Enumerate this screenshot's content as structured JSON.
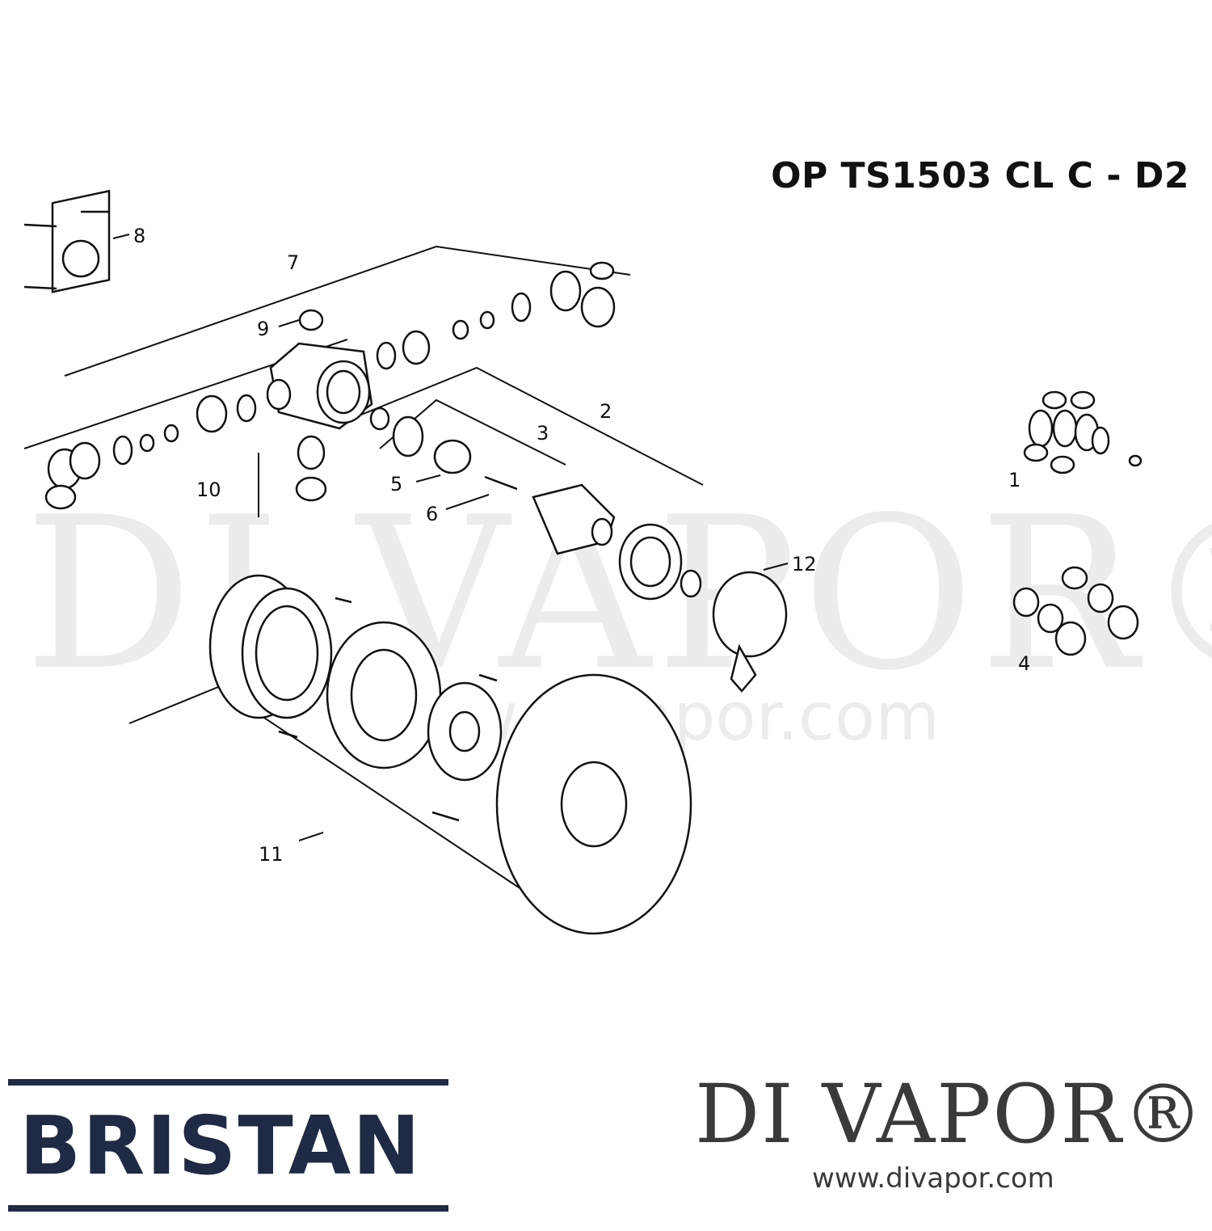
{
  "diagram": {
    "title": "OP TS1503 CL C - D2",
    "callouts": [
      "1",
      "2",
      "3",
      "4",
      "5",
      "6",
      "7",
      "8",
      "9",
      "10",
      "11",
      "12"
    ]
  },
  "watermark": {
    "logo": "DI VAPOR®",
    "url": "www.divapor.com"
  },
  "branding": {
    "left_logo": "BRISTAN",
    "right_logo": "DI VAPOR®",
    "right_url": "www.divapor.com"
  },
  "colors": {
    "bristan_navy": "#1f2a44",
    "divapor_grey": "#3a3a3a"
  }
}
